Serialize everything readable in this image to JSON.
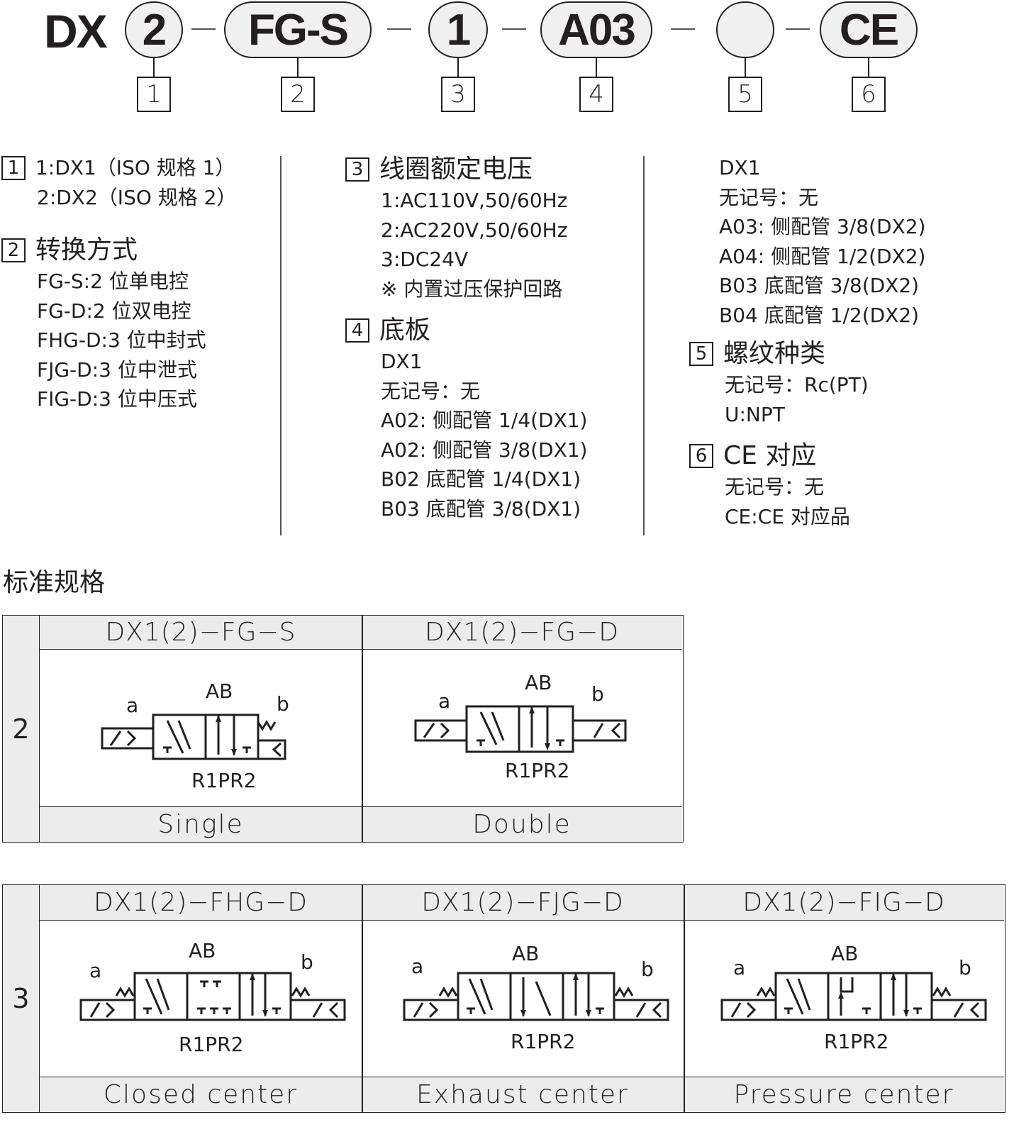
{
  "model_code": {
    "prefix": "DX",
    "parts": [
      "2",
      "FG-S",
      "1",
      "A03",
      "",
      "CE"
    ],
    "indices": [
      "1",
      "2",
      "3",
      "4",
      "5",
      "6"
    ]
  },
  "sections": {
    "s1": {
      "num": "1",
      "lines": [
        "1:DX1（ISO 规格 1）",
        "2:DX2（ISO 规格 2）"
      ]
    },
    "s2": {
      "num": "2",
      "title": "转换方式",
      "lines": [
        "FG-S:2 位单电控",
        "FG-D:2 位双电控",
        "FHG-D:3 位中封式",
        "FJG-D:3 位中泄式",
        "FIG-D:3 位中压式"
      ]
    },
    "s3": {
      "num": "3",
      "title": "线圈额定电压",
      "lines": [
        "1:AC110V,50/60Hz",
        "2:AC220V,50/60Hz",
        "3:DC24V",
        "※ 内置过压保护回路"
      ]
    },
    "s4": {
      "num": "4",
      "title": "底板",
      "lines": [
        "DX1",
        "无记号：无",
        "A02: 侧配管 1/4(DX1)",
        "A02: 侧配管 3/8(DX1)",
        "B02 底配管 1/4(DX1)",
        "B03 底配管 3/8(DX1)"
      ]
    },
    "s4b": {
      "lines": [
        "DX1",
        "无记号：无",
        "A03: 侧配管 3/8(DX2)",
        "A04: 侧配管 1/2(DX2)",
        "B03 底配管 3/8(DX2)",
        "B04 底配管 1/2(DX2)"
      ]
    },
    "s5": {
      "num": "5",
      "title": "螺纹种类",
      "lines": [
        "无记号：Rc(PT)",
        "U:NPT"
      ]
    },
    "s6": {
      "num": "6",
      "title": "CE 对应",
      "lines": [
        "无记号：无",
        "CE:CE 对应品"
      ]
    }
  },
  "standard_title": "标准规格",
  "table2": {
    "side": "2",
    "cols": [
      {
        "header": "DX1(2)−FG−S",
        "footer": "Single"
      },
      {
        "header": "DX1(2)−FG−D",
        "footer": "Double"
      }
    ]
  },
  "table3": {
    "side": "3",
    "cols": [
      {
        "header": "DX1(2)−FHG−D",
        "footer": "Closed center"
      },
      {
        "header": "DX1(2)−FJG−D",
        "footer": "Exhaust center"
      },
      {
        "header": "DX1(2)−FIG−D",
        "footer": "Pressure center"
      }
    ]
  },
  "symbol_labels": {
    "a": "a",
    "b": "b",
    "ab": "AB",
    "ports": "R1PR2"
  }
}
